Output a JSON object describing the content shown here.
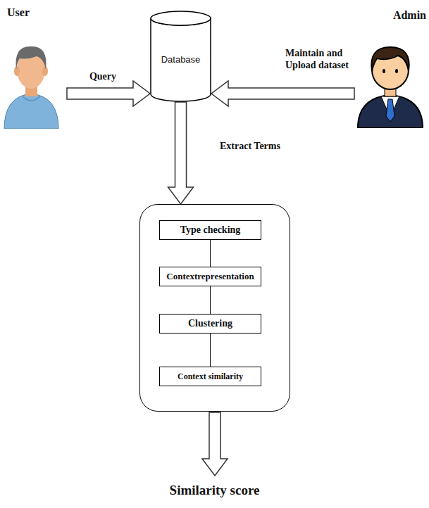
{
  "diagram": {
    "nodes": [
      {
        "text": [
          "User"
        ]
      },
      {
        "text": [
          "Database"
        ]
      },
      {
        "text": [
          "Admin"
        ]
      },
      {
        "text": []
      },
      {
        "text": [
          "Type checking"
        ],
        "in": 3
      },
      {
        "text": [
          "Contextrepresentation"
        ],
        "in": 3
      },
      {
        "text": [
          "Clustering"
        ],
        "in": 3
      },
      {
        "text": [
          "Context similarity"
        ],
        "in": 3
      }
    ],
    "edges": [
      {
        "from": 0,
        "to": 1,
        "label": "Query",
        "arrow": "to"
      },
      {
        "from": 2,
        "to": 1,
        "label": "Maintain and Upload dataset",
        "arrow": "to"
      },
      {
        "from": 1,
        "to": 3,
        "label": "Extract Terms",
        "arrow": "to"
      },
      {
        "from": 4,
        "to": 5,
        "arrow": "none"
      },
      {
        "from": 5,
        "to": 6,
        "arrow": "none"
      },
      {
        "from": 6,
        "to": 7,
        "arrow": "none"
      }
    ],
    "labels": [
      "Similarity score"
    ]
  }
}
